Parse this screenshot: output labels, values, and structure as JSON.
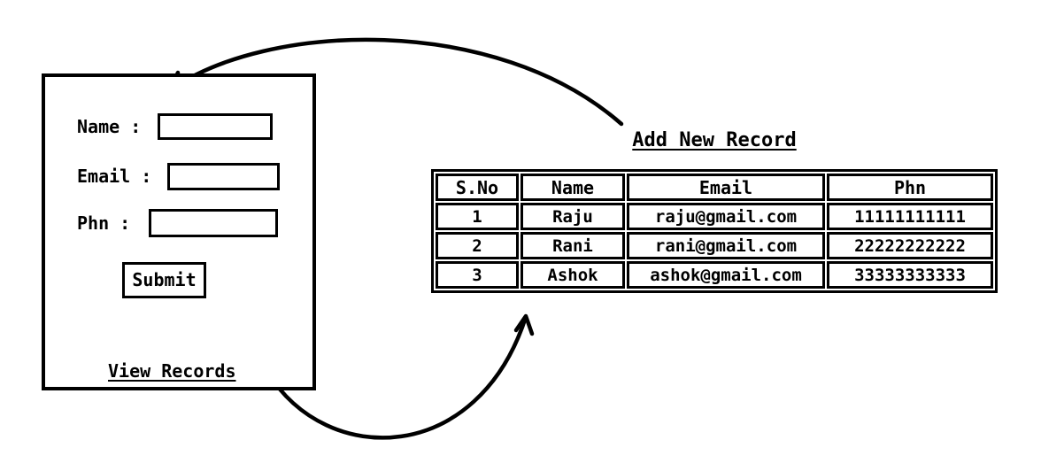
{
  "form": {
    "fields": [
      {
        "label": "Name :"
      },
      {
        "label": "Email :"
      },
      {
        "label": "Phn :"
      }
    ],
    "inputs": {
      "name_value": "",
      "email_value": "",
      "phn_value": ""
    },
    "submit_label": "Submit",
    "view_records_label": "View Records"
  },
  "records": {
    "title": "Add New Record",
    "headers": [
      "S.No",
      "Name",
      "Email",
      "Phn"
    ],
    "rows": [
      [
        "1",
        "Raju",
        "raju@gmail.com",
        "11111111111"
      ],
      [
        "2",
        "Rani",
        "rani@gmail.com",
        "22222222222"
      ],
      [
        "3",
        "Ashok",
        "ashok@gmail.com",
        "33333333333"
      ]
    ]
  },
  "colors": {
    "ink": "#000000",
    "background": "#ffffff"
  }
}
